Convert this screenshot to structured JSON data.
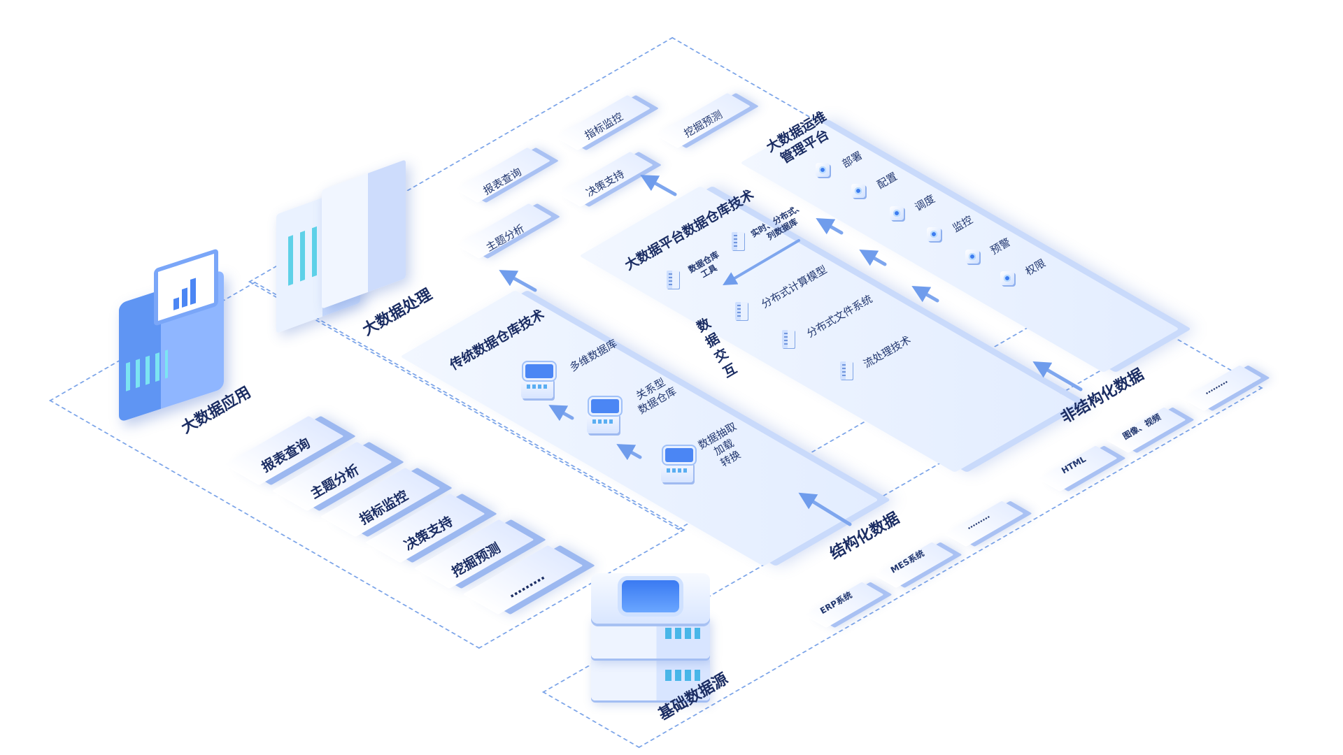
{
  "labels": {
    "big_data_processing": "大数据处理",
    "big_data_application": "大数据应用",
    "basic_data_source": "基础数据源",
    "traditional_dw_title": "传统数据仓库技术",
    "platform_dw_title": "大数据平台数据仓库技术",
    "ops_title": "大数据运维\n管理平台",
    "data_exchange": "数据交互",
    "structured_data": "结构化数据",
    "unstructured_data": "非结构化数据"
  },
  "processing_tiles": [
    "报表查询",
    "主题分析",
    "指标监控",
    "决策支持",
    "挖掘预测"
  ],
  "application_tiles": [
    "报表查询",
    "主题分析",
    "指标监控",
    "决策支持",
    "挖掘预测",
    "………"
  ],
  "traditional_dw_items": [
    "多维数据库",
    "关系型\n数据仓库",
    "数据抽取\n加载\n转换"
  ],
  "platform_dw_items": [
    "实时、分布式、\n列数据库",
    "数据仓库\n工具",
    "分布式计算模型",
    "分布式文件系统",
    "流处理技术"
  ],
  "ops_items": [
    "部署",
    "配置",
    "调度",
    "监控",
    "预警",
    "权限"
  ],
  "structured_sources": [
    "ERP系统",
    "MES系统",
    "………"
  ],
  "unstructured_sources": [
    "HTML",
    "图像、视频",
    "………"
  ],
  "colors": {
    "accent": "#2f6fe8",
    "dashed_border": "#7aa3e8",
    "text": "#1b2d63"
  }
}
